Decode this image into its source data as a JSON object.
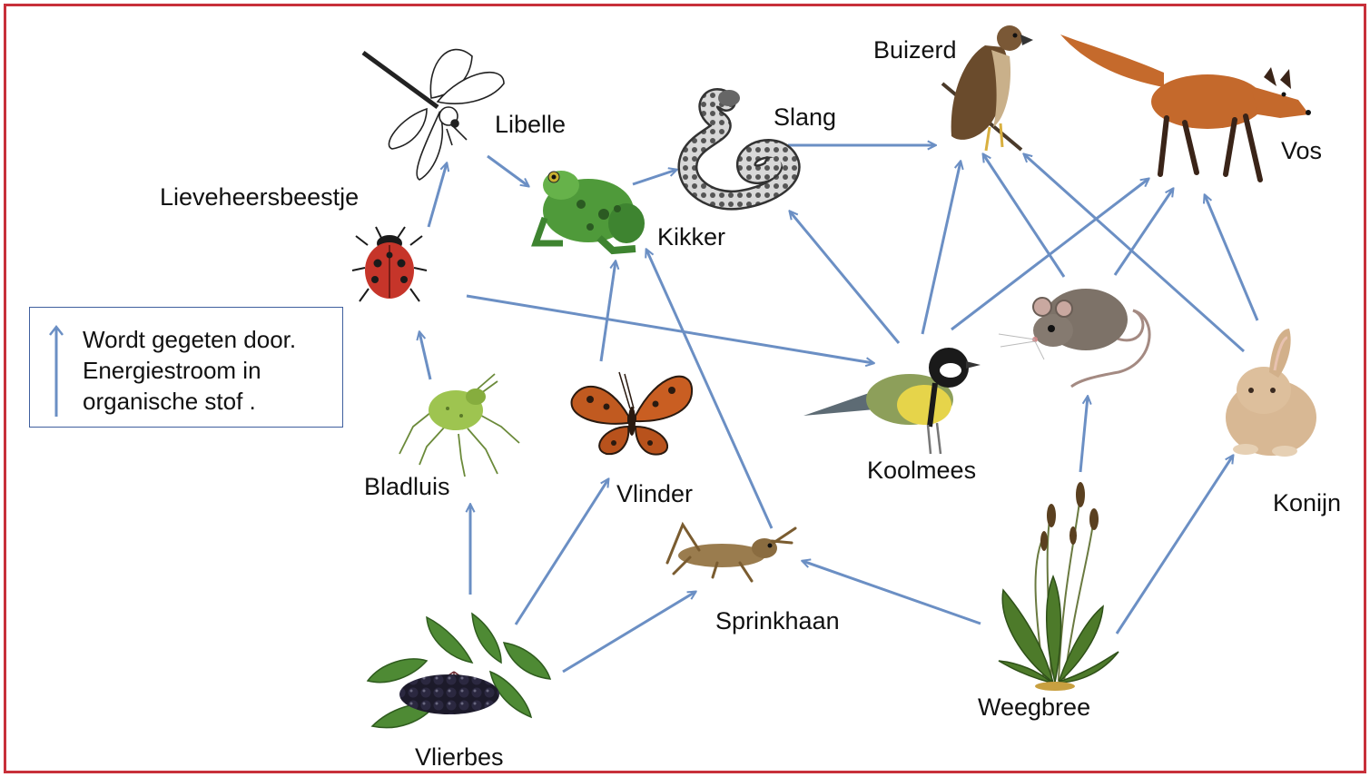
{
  "organisms": {
    "libelle": "Libelle",
    "lieveheersbeestje": "Lieveheersbeestje",
    "kikker": "Kikker",
    "slang": "Slang",
    "buizerd": "Buizerd",
    "vos": "Vos",
    "koolmees": "Koolmees",
    "konijn": "Konijn",
    "bladluis": "Bladluis",
    "vlinder": "Vlinder",
    "sprinkhaan": "Sprinkhaan",
    "weegbree": "Weegbree",
    "vlierbes": "Vlierbes"
  },
  "legend": {
    "line1": "Wordt gegeten door.",
    "line2": "Energiestroom in",
    "line3": "organische stof ."
  },
  "colors": {
    "arrow": "#6b8fc4",
    "frame": "#c8303a",
    "legend_border": "#3f5f9e"
  }
}
